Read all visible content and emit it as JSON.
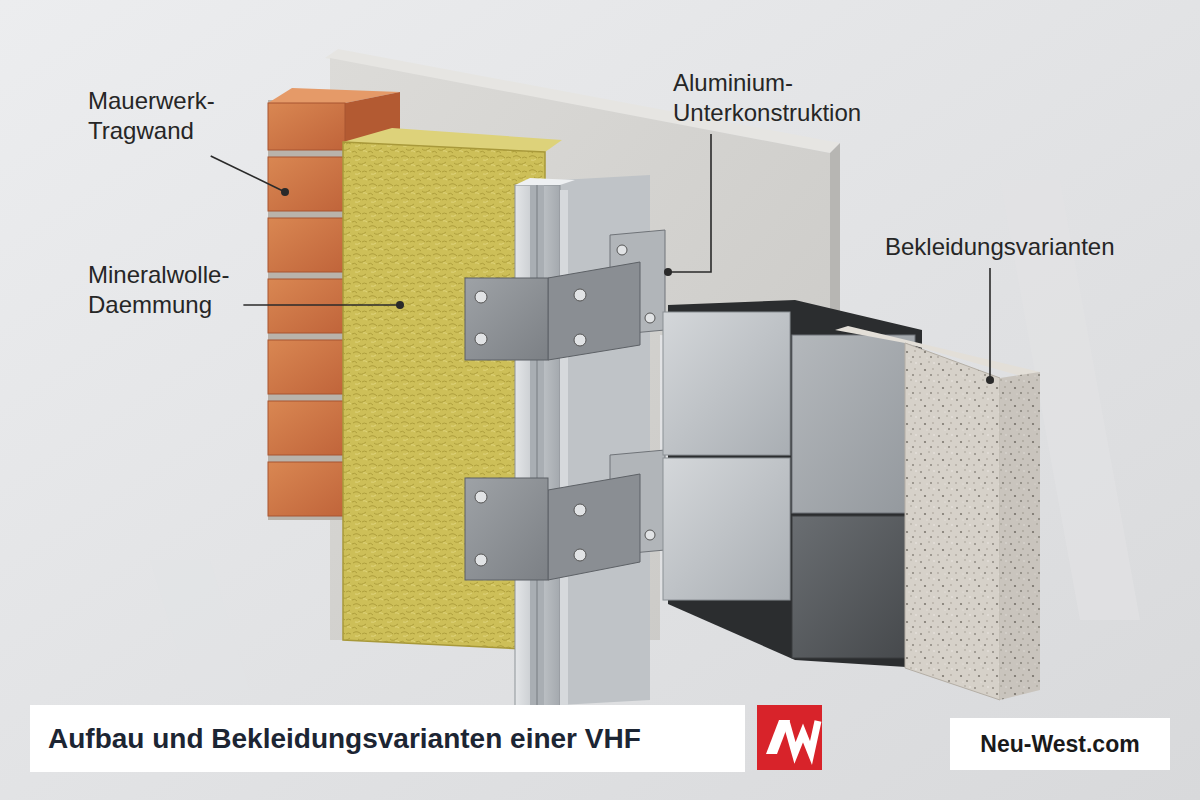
{
  "diagram": {
    "title": "Aufbau und Bekleidungsvarianten einer VHF",
    "nodes": [
      {
        "text": [
          "Neu-West.com"
        ]
      }
    ],
    "labels": [
      "Mauerwerk- Tragwand",
      "Mineralwolle- Daemmung",
      "Aluminium- Unterkonstruktion",
      "Bekleidungsvarianten"
    ]
  }
}
